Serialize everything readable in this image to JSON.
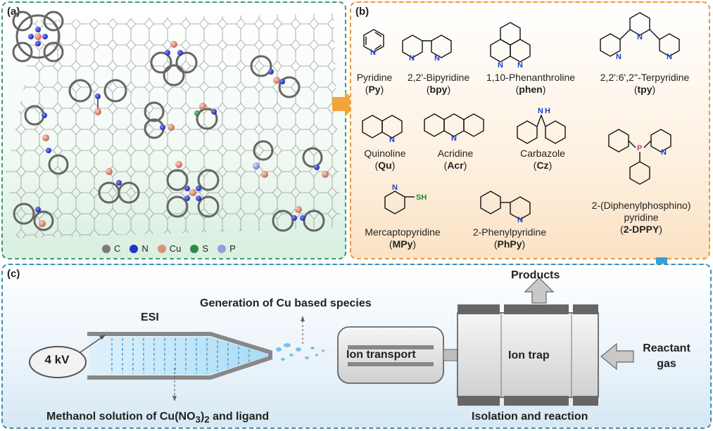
{
  "panel_a": {
    "label": "(a)",
    "legend": [
      {
        "symbol": "C",
        "color": "#7a7a7a"
      },
      {
        "symbol": "N",
        "color": "#2233cc"
      },
      {
        "symbol": "Cu",
        "color": "#e0907a"
      },
      {
        "symbol": "S",
        "color": "#2e8a45"
      },
      {
        "symbol": "P",
        "color": "#9a9ae0"
      }
    ]
  },
  "panel_b": {
    "label": "(b)",
    "ligands": [
      {
        "name": "Pyridine",
        "abbr": "Py"
      },
      {
        "name": "2,2'-Bipyridine",
        "abbr": "bpy"
      },
      {
        "name": "1,10-Phenanthroline",
        "abbr": "phen"
      },
      {
        "name": "2,2':6',2''-Terpyridine",
        "abbr": "tpy"
      },
      {
        "name": "Quinoline",
        "abbr": "Qu"
      },
      {
        "name": "Acridine",
        "abbr": "Acr"
      },
      {
        "name": "Carbazole",
        "abbr": "Cz"
      },
      {
        "name": "2-(Diphenylphosphino) pyridine",
        "abbr": "2-DPPY"
      },
      {
        "name": "Mercaptopyridine",
        "abbr": "MPy"
      },
      {
        "name": "2-Phenylpyridine",
        "abbr": "PhPy"
      }
    ],
    "atom_labels": {
      "n": "N",
      "h": "H",
      "sh": "SH",
      "p": "P"
    }
  },
  "panel_c": {
    "label": "(c)",
    "voltage": "4 kV",
    "esi": "ESI",
    "generation": "Generation of Cu based species",
    "solution_prefix": "Methanol solution of Cu(NO",
    "solution_sub": "3",
    "solution_mid": ")",
    "solution_sub2": "2",
    "solution_suffix": " and ligand",
    "ion_transport": "Ion transport",
    "ion_trap": "Ion trap",
    "products": "Products",
    "reactant": "Reactant gas",
    "isolation": "Isolation and reaction"
  }
}
